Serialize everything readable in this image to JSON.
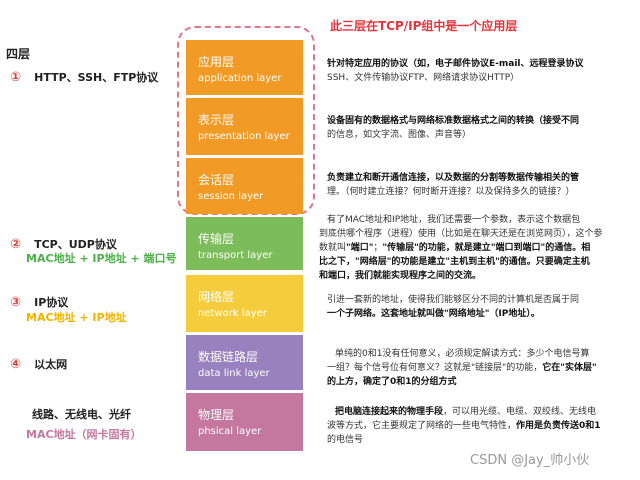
{
  "title_note": "此三层在TCP/IP组中是一个应用层",
  "four_layer_label": "四层",
  "left": {
    "g1": {
      "num": "①",
      "proto": "HTTP、SSH、FTP协议"
    },
    "g2": {
      "num": "②",
      "proto": "TCP、UDP协议",
      "addr": "MAC地址 + IP地址 + 端口号"
    },
    "g3": {
      "num": "③",
      "proto": "IP协议",
      "addr": "MAC地址 + IP地址"
    },
    "g4": {
      "num": "④",
      "proto": "以太网"
    },
    "g5": {
      "proto": "线路、无线电、光纤",
      "addr": "MAC地址（网卡固有）"
    }
  },
  "layers": [
    {
      "cn": "应用层",
      "en": "application layer",
      "color": "#f19a26"
    },
    {
      "cn": "表示层",
      "en": "presentation layer",
      "color": "#f19a26"
    },
    {
      "cn": "会话层",
      "en": "session layer",
      "color": "#f19a26"
    },
    {
      "cn": "传输层",
      "en": "transport layer",
      "color": "#7cbc5a"
    },
    {
      "cn": "网络层",
      "en": "network layer",
      "color": "#f5cd3c"
    },
    {
      "cn": "数据链路层",
      "en": "data link layer",
      "color": "#9980be"
    },
    {
      "cn": "物理层",
      "en": "phsical layer",
      "color": "#c5789f"
    }
  ],
  "desc": {
    "app": {
      "l1": "针对特定应用的协议（如，电子邮件协议E-mail、远程登录协议",
      "l2": "SSH、文件传输协议FTP、网络请求协议HTTP）"
    },
    "pres": {
      "l1": "设备固有的数据格式与网络标准数据格式之间的转换（接受不同",
      "l2": "的信息，如文字流、图像、声音等）"
    },
    "sess": {
      "l1": "负责建立和断开通信连接，以及数据的分割等数据传输相关的管",
      "l2": "理。（何时建立连接？何时断开连接？以及保持多久的链接？）"
    },
    "trans": {
      "l1": "有了MAC地址和IP地址，我们还需要一个参数，表示这个数据包",
      "l2": "到底供哪个程序（进程）使用（比如是在聊天还是在浏览网页），这个参",
      "l3a": "数就叫",
      "l3b": "\"端口\"",
      "l3c": "；",
      "l3d": "\"传输层\"的功能，就是建立",
      "l3e": "\"端口到端口\"",
      "l3f": "的通信。相",
      "l4a": "比之下，",
      "l4b": "\"网络层\"的功能是建立",
      "l4c": "\"主机到主机\"",
      "l4d": "的通信。只要确定主机",
      "l5a": "和端口，我们就能实现",
      "l5b": "程序之间",
      "l5c": "的交流。"
    },
    "net": {
      "l1": "引进一套新的地址，使得我们能够区分不同的计算机是否属于同",
      "l2a": "一个子网络。这套地址就叫做\"网络地址\"（",
      "l2b": "IP地址",
      "l2c": "）。"
    },
    "link": {
      "l1": "单纯的0和1没有任何意义，必须规定解读方式：多少个电信号算",
      "l2a": "一组？每个信号位有何意义？这就是\"链接层\"的功能，",
      "l2b": "它在\"实体层\"",
      "l3": "的上方，确定了0和1的分组方式"
    },
    "phys": {
      "l1a": "把电脑连接起来的物理手段",
      "l1b": "，可以用光缆、电缆、双绞线、无线电",
      "l2a": "波等方式，它主要规定了网络的一些电气特性，",
      "l2b": "作用是负责传送0和1",
      "l3": "的电信号"
    }
  },
  "watermark": "CSDN @Jay_帅小伙"
}
